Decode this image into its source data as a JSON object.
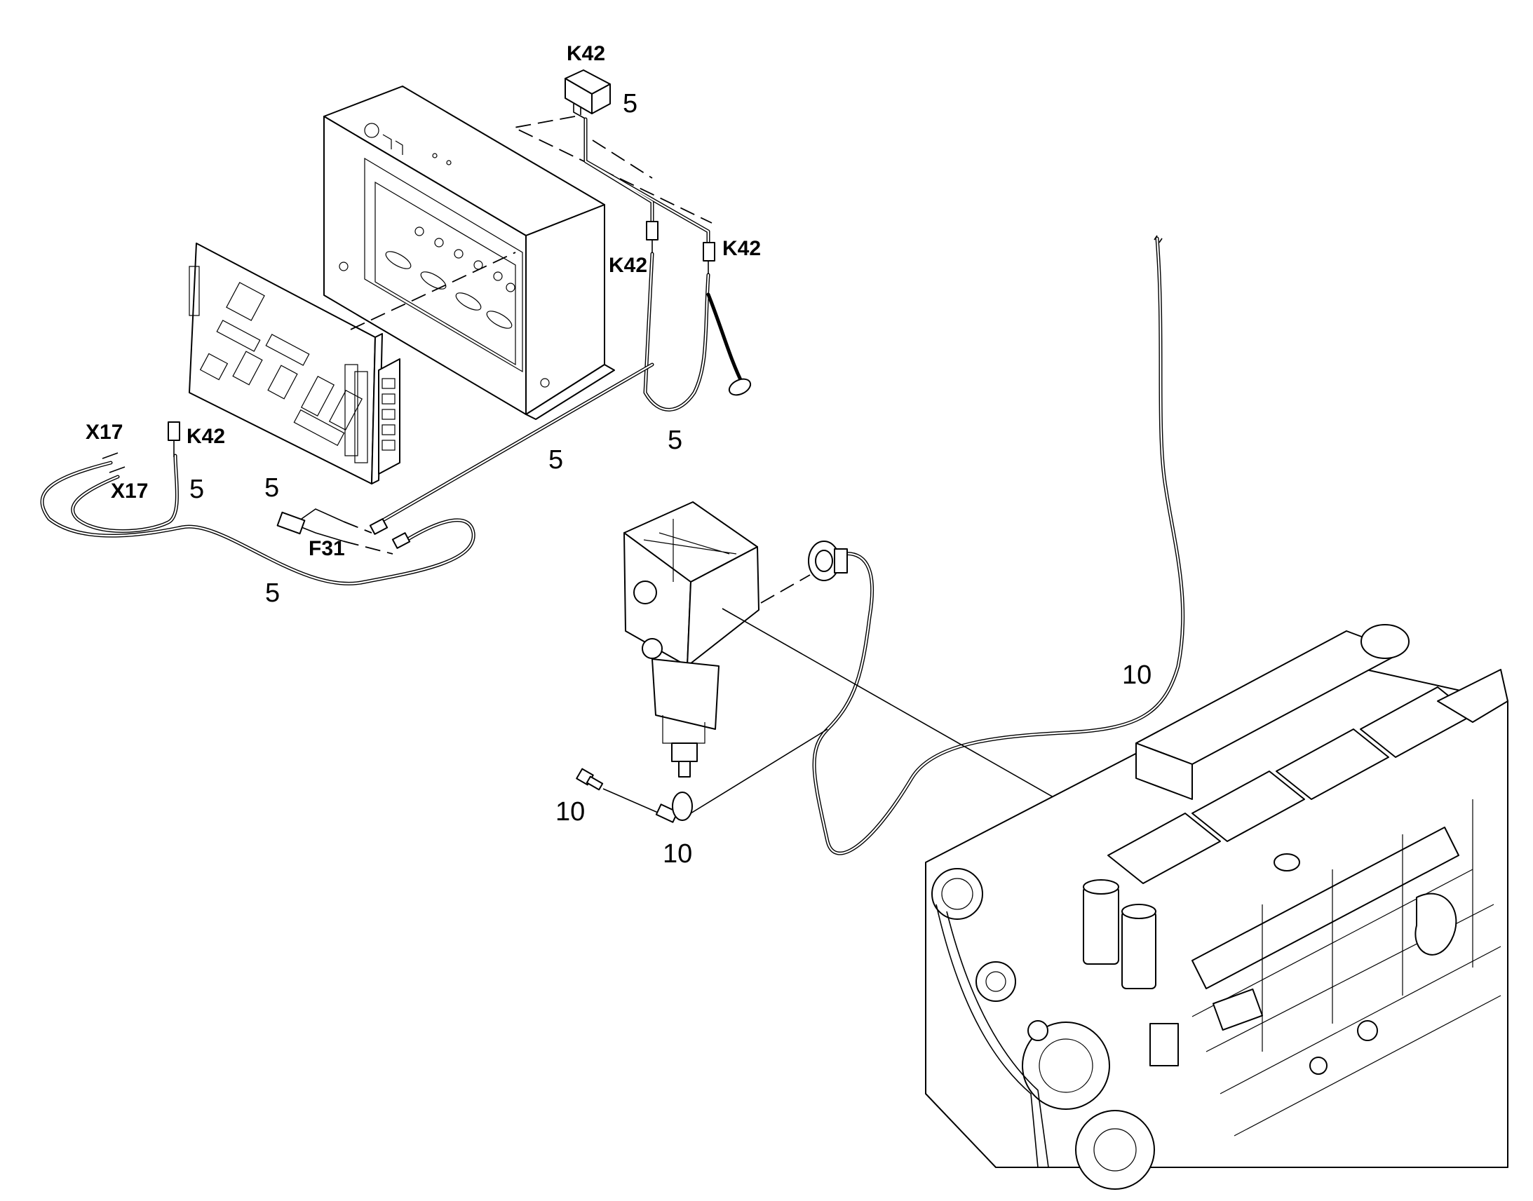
{
  "labels": {
    "k42_relay": "K42",
    "k42_relay_qty": "5",
    "k42_left_top": "K42",
    "k42_right_top": "K42",
    "k42_lower_left": "K42",
    "x17_a": "X17",
    "x17_b": "X17",
    "f31": "F31",
    "qty_ground_wire": "5",
    "qty_long_wire": "5",
    "qty_k42_lower": "5",
    "qty_fuse": "5",
    "qty_bottom_loop": "5",
    "qty_sensor_cable": "10",
    "qty_screw": "10",
    "qty_clamp": "10"
  }
}
